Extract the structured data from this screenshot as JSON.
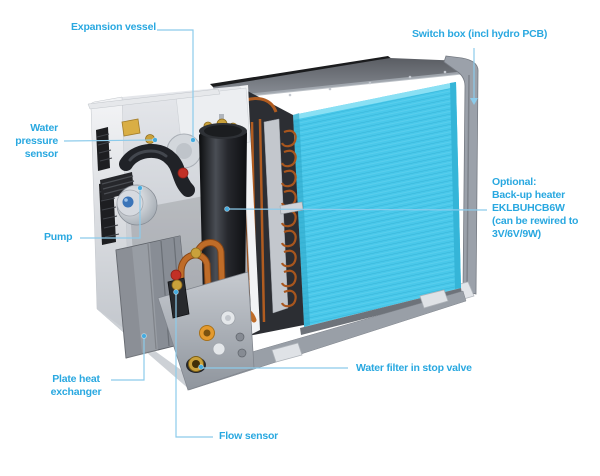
{
  "diagram": {
    "subject": "heat-pump-hydro-unit-cutaway",
    "labels": {
      "expansion_vessel": "Expansion vessel",
      "switch_box": "Switch box (incl hydro PCB)",
      "water_pressure_sensor": "Water\npressure\nsensor",
      "pump": "Pump",
      "backup_heater": "Optional:\nBack-up heater\nEKLBUHCB6W\n(can be rewired to\n3V/6V/9W)",
      "plate_heat_exchanger": "Plate heat\nexchanger",
      "water_filter": "Water filter in stop valve",
      "flow_sensor": "Flow sensor"
    },
    "colors": {
      "label_text": "#29a8e0",
      "leader_line": "#8ccbeb",
      "leader_dot": "#45abdf",
      "fin_coil_cyan": "#49c8ea",
      "top_panel_gray": "#6e7278",
      "casing_gray": "#9aa0a8",
      "copper_pipe": "#bf6c28",
      "brass_fitting": "#c9a13b",
      "background": "#ffffff"
    }
  }
}
